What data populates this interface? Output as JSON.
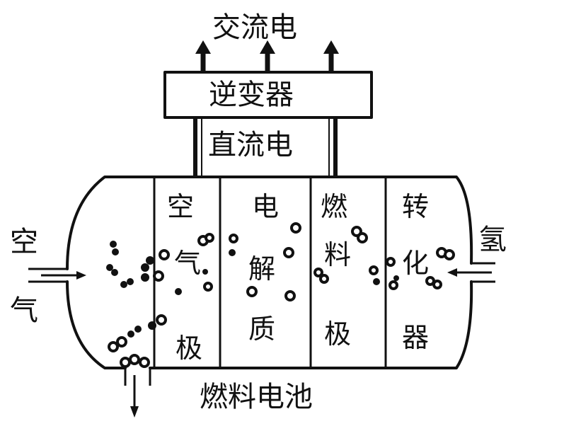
{
  "labels": {
    "ac_power": "交流电",
    "inverter": "逆变器",
    "dc_power": "直流电",
    "fuel_cell": "燃料电池",
    "air_in_1": "空",
    "air_in_2": "气",
    "hydrogen_in": "氢",
    "air_electrode": [
      "空",
      "气",
      "极"
    ],
    "electrolyte": [
      "电",
      "解",
      "质"
    ],
    "fuel_electrode": [
      "燃",
      "料",
      "极"
    ],
    "reformer": [
      "转",
      "化",
      "器"
    ]
  },
  "colors": {
    "ink": "#111111",
    "background": "#ffffff"
  }
}
